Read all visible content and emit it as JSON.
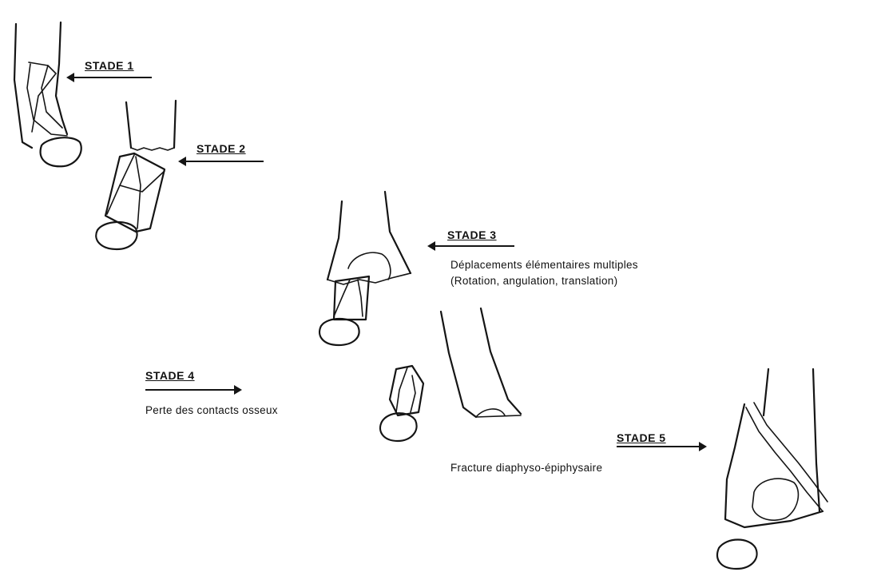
{
  "stages": [
    {
      "label": "STADE 1",
      "caption": ""
    },
    {
      "label": "STADE 2",
      "caption": ""
    },
    {
      "label": "STADE 3",
      "caption": "Déplacements élémentaires multiples",
      "caption2": "(Rotation, angulation, translation)"
    },
    {
      "label": "STADE 4",
      "caption": "Perte des contacts osseux"
    },
    {
      "label": "STADE 5",
      "caption": "Fracture diaphyso-épiphysaire"
    }
  ]
}
